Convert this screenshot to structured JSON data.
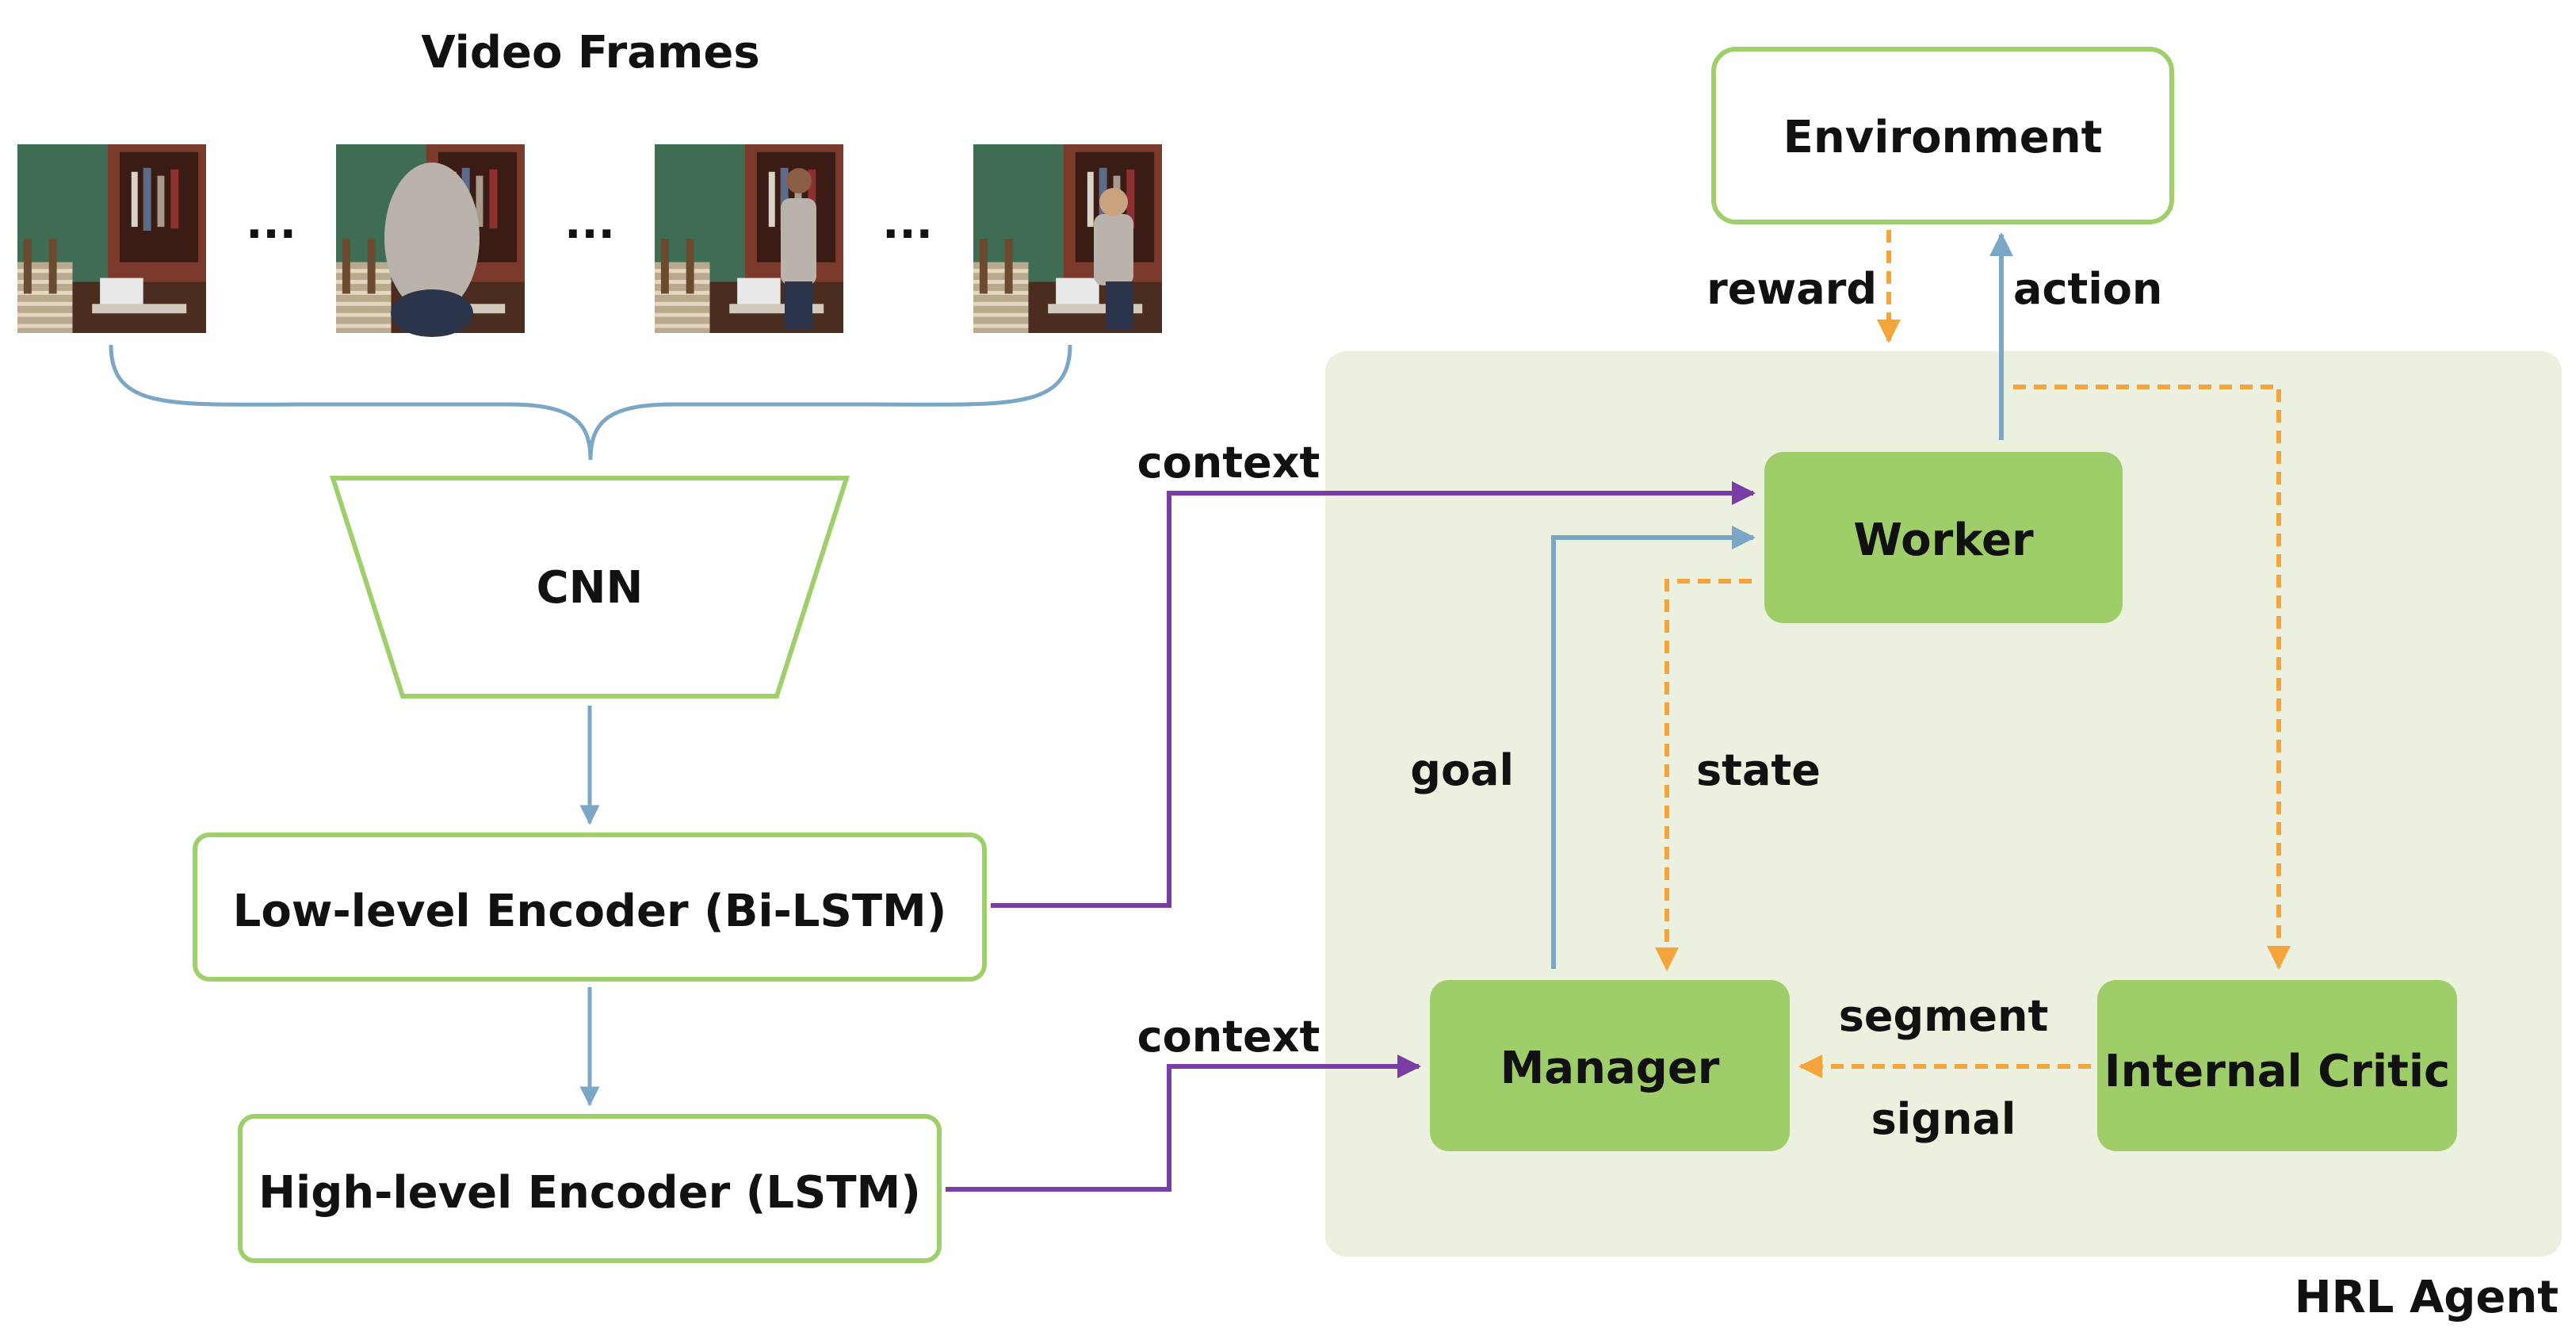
{
  "colors": {
    "green_border": "#9fcf6b",
    "green_fill": "#9fcd6a",
    "agent_bg": "#ebf0df",
    "blue_arrow": "#7ba7c7",
    "purple_arrow": "#7a3da5",
    "orange_dashed": "#f5a43b",
    "text": "#111111"
  },
  "title": "Video Frames",
  "ellipses": [
    "...",
    "...",
    "..."
  ],
  "frames": [
    {
      "icon": "video-frame-image"
    },
    {
      "icon": "video-frame-image"
    },
    {
      "icon": "video-frame-image"
    },
    {
      "icon": "video-frame-image"
    }
  ],
  "nodes": {
    "cnn": "CNN",
    "low_encoder": "Low-level Encoder (Bi-LSTM)",
    "high_encoder": "High-level Encoder (LSTM)",
    "environment": "Environment",
    "worker": "Worker",
    "manager": "Manager",
    "critic": "Internal Critic"
  },
  "edges": {
    "context_worker": "context",
    "context_manager": "context",
    "reward": "reward",
    "action": "action",
    "goal": "goal",
    "state": "state",
    "segment": "segment",
    "signal": "signal"
  },
  "agent_label": "HRL Agent"
}
